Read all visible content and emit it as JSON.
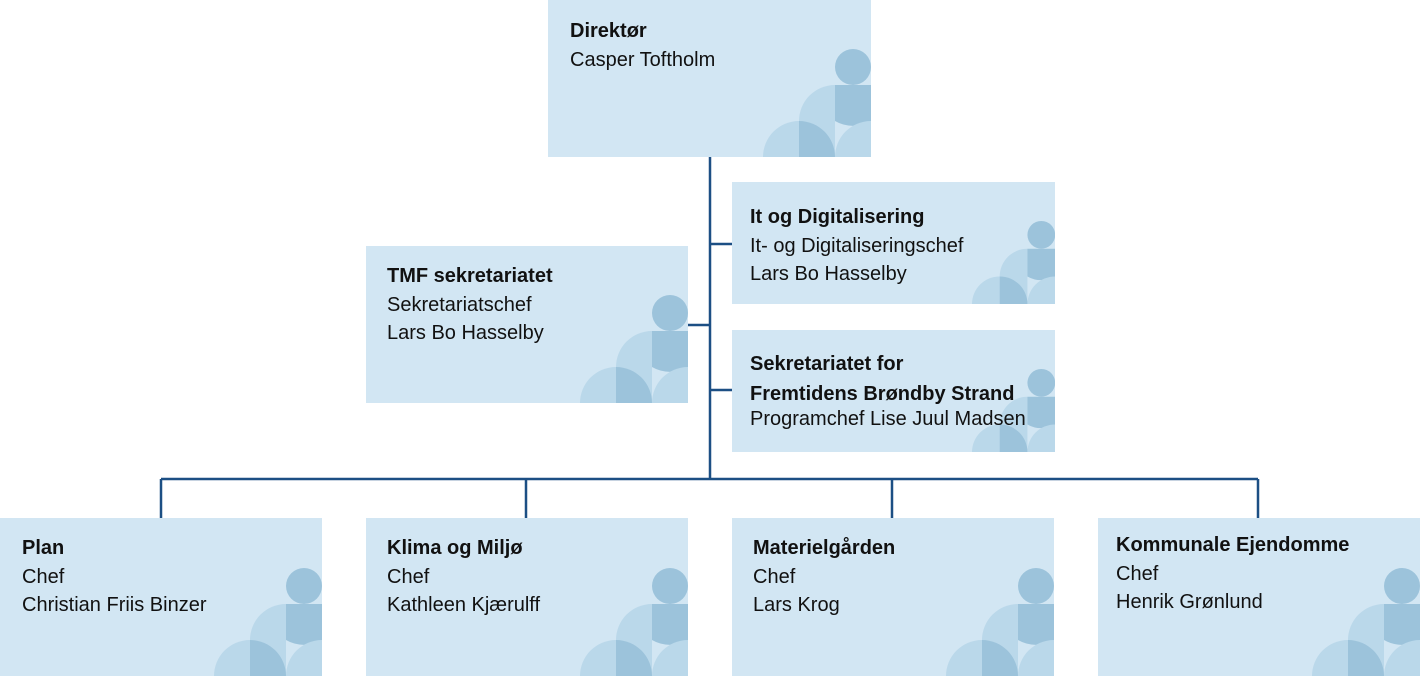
{
  "colors": {
    "box_fill": "#d2e6f3",
    "connector": "#1c4f84",
    "motif_light": "#bad8ea",
    "motif_dark": "#9cc3db"
  },
  "nodes": {
    "director": {
      "title": "Direktør",
      "lines": [
        "Casper Toftholm"
      ]
    },
    "it": {
      "title": "It og Digitalisering",
      "lines": [
        "It- og Digitaliseringschef",
        "Lars Bo Hasselby"
      ]
    },
    "tmf": {
      "title": "TMF sekretariatet",
      "lines": [
        "Sekretariatschef",
        "Lars Bo Hasselby"
      ]
    },
    "fbs": {
      "title": [
        "Sekretariatet for",
        "Fremtidens Brøndby Strand"
      ],
      "lines": [
        "Programchef Lise Juul Madsen"
      ]
    },
    "plan": {
      "title": "Plan",
      "lines": [
        "Chef",
        "Christian Friis Binzer"
      ]
    },
    "klima": {
      "title": "Klima og Miljø",
      "lines": [
        "Chef",
        "Kathleen Kjærulff"
      ]
    },
    "materiel": {
      "title": "Materielgården",
      "lines": [
        "Chef",
        "Lars Krog"
      ]
    },
    "ejendomme": {
      "title": "Kommunale Ejendomme",
      "lines": [
        "Chef",
        "Henrik Grønlund"
      ]
    }
  }
}
